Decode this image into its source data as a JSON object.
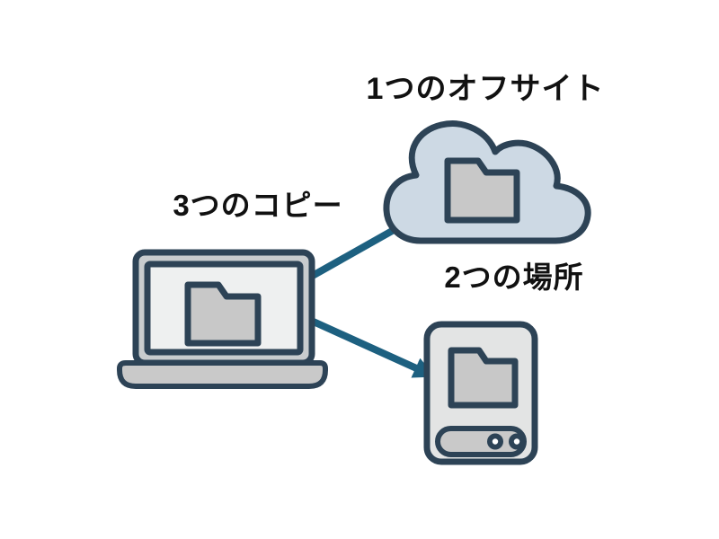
{
  "diagram": {
    "description_visible_text_only": true,
    "nodes": [
      {
        "id": "laptop",
        "label": "3つのコピー",
        "icon": "laptop-folder-icon"
      },
      {
        "id": "cloud",
        "label": "1つのオフサイト",
        "icon": "cloud-folder-icon"
      },
      {
        "id": "drive",
        "label": "2つの場所",
        "icon": "external-drive-folder-icon"
      }
    ],
    "edges": [
      {
        "from": "laptop",
        "to": "cloud"
      },
      {
        "from": "laptop",
        "to": "drive"
      }
    ],
    "colors": {
      "background": "#ffffff",
      "outline": "#2d4356",
      "arrow": "#1d6080",
      "cloud_fill": "#cdd9e4",
      "folder_fill": "#c8c8c8",
      "screen_fill": "#eef0f0",
      "laptop_shell_fill": "#c8ccce",
      "drive_body_fill": "#e3e4e4",
      "gray_bar_fill": "#c9c9c9",
      "text": "#111111"
    }
  }
}
